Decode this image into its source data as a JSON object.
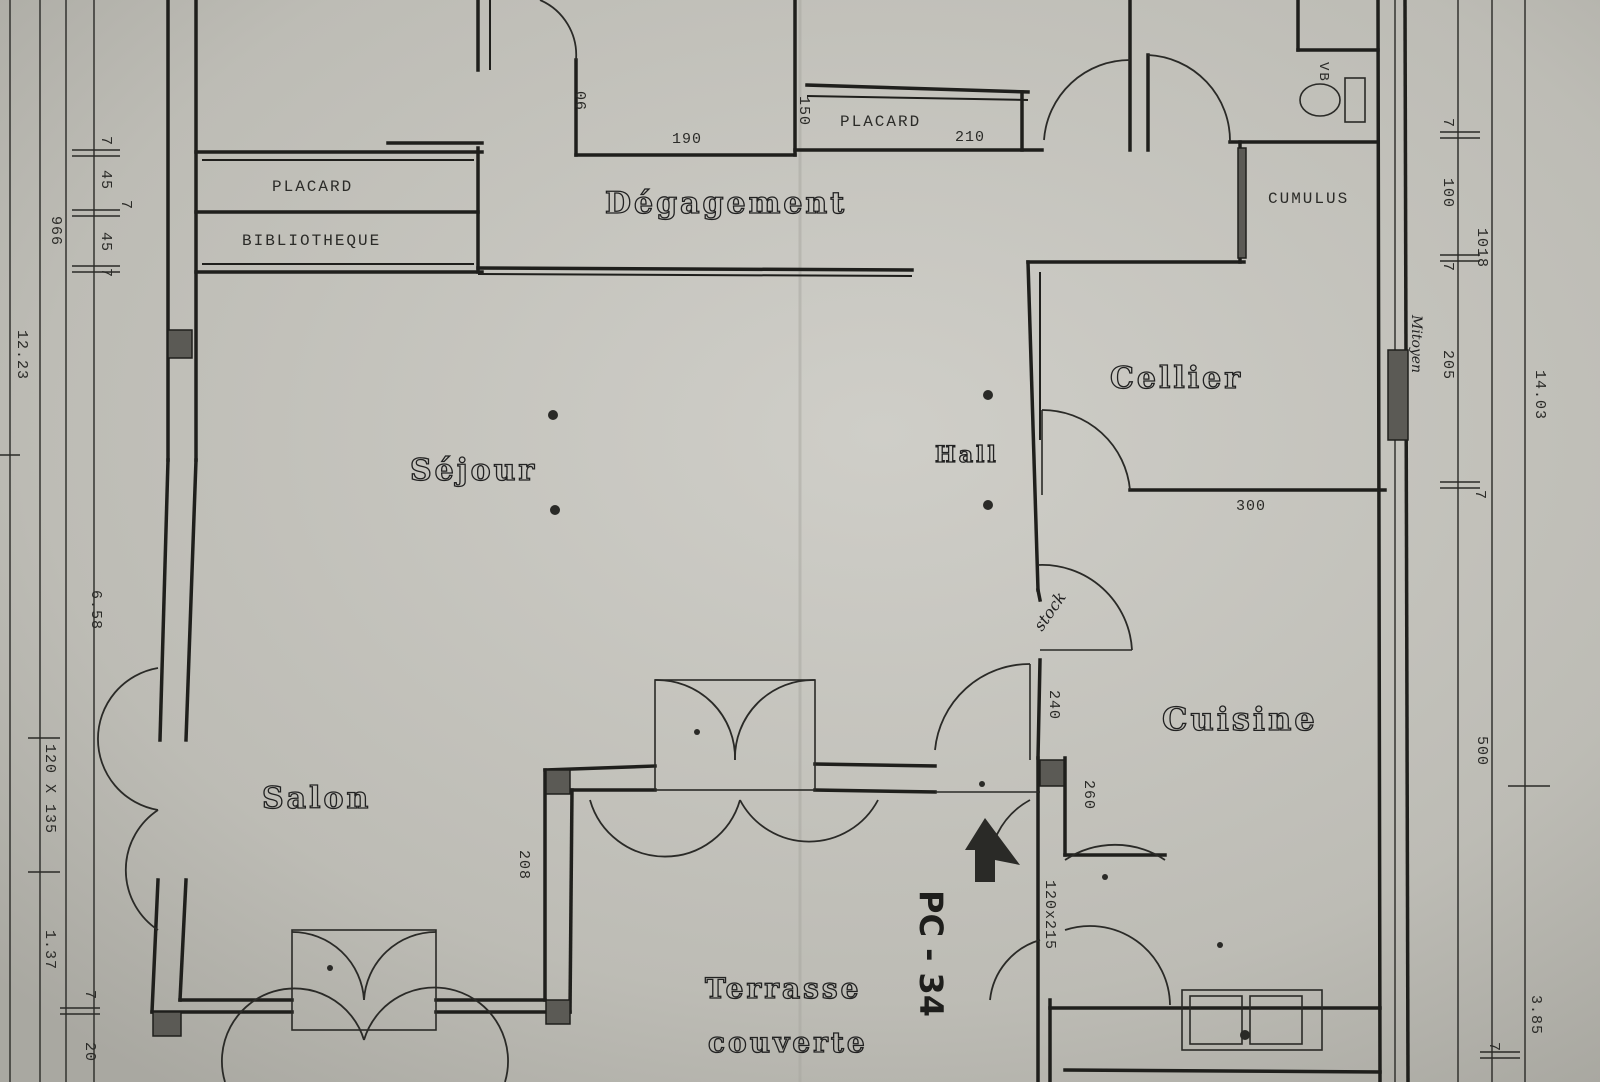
{
  "rooms": {
    "sejour": "Séjour",
    "degagement": "Dégagement",
    "cellier": "Cellier",
    "hall": "Hall",
    "cuisine": "Cuisine",
    "salon": "Salon",
    "terrasse_line1": "Terrasse",
    "terrasse_line2": "couverte"
  },
  "labels": {
    "placard_left": "PLACARD",
    "bibliotheque": "BIBLIOTHEQUE",
    "placard_right": "PLACARD",
    "cumulus": "CUMULUS",
    "vb": "VB",
    "stock": "stock",
    "mitoyen": "Mitoyen",
    "pc": "PC - 34"
  },
  "dimensions": {
    "d90": "90",
    "d190": "190",
    "d150": "150",
    "d210": "210",
    "d300": "300",
    "d240": "240",
    "d260": "260",
    "d208": "208",
    "d120x215": "120x215",
    "left_7a": "7",
    "left_45a": "45",
    "left_7b": "7",
    "left_45b": "45",
    "left_7c": "7",
    "left_966": "966",
    "left_1223": "12.23",
    "left_658": "6.58",
    "left_120x135": "120 X 135",
    "left_137": "1.37",
    "left_7d": "7",
    "left_20": "20",
    "right_7a": "7",
    "right_100": "100",
    "right_7b": "7",
    "right_1018": "1018",
    "right_205": "205",
    "right_7c": "7",
    "right_1403": "14.03",
    "right_500": "500",
    "right_385": "3.85",
    "right_7d": "7"
  }
}
